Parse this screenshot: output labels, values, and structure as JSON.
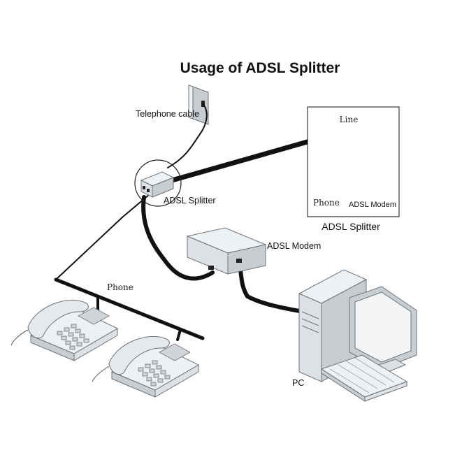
{
  "title": "Usage of ADSL Splitter",
  "labels": {
    "telephone_cable": "Telephone cable",
    "splitter_callout": "ADSL Splitter",
    "modem": "ADSL Modem",
    "phone": "Phone",
    "pc": "PC"
  },
  "splitter_detail": {
    "caption": "ADSL Splitter",
    "port_line": "Line",
    "port_phone": "Phone",
    "port_modem": "ADSL Modem"
  },
  "colors": {
    "cable": "#111111",
    "device_fill": "#dde1e5",
    "device_outline": "#6d7278",
    "background": "#ffffff"
  }
}
